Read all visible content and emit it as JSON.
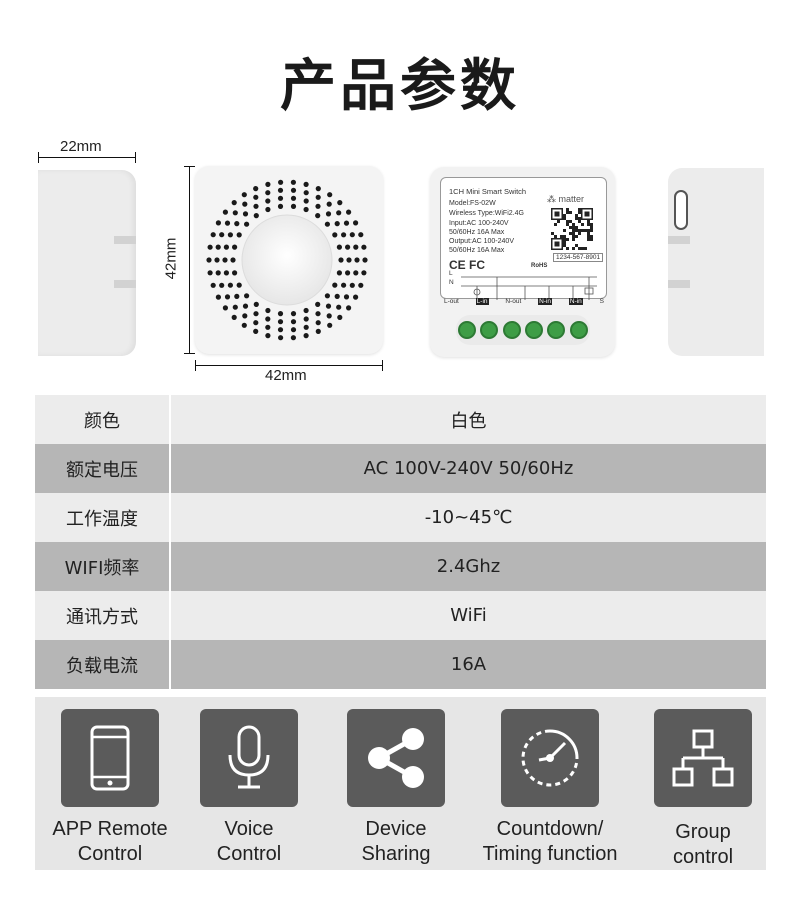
{
  "title": "产品参数",
  "dimensions": {
    "depth": "22mm",
    "height": "42mm",
    "width": "42mm"
  },
  "label": {
    "line1": "1CH Mini Smart Switch",
    "brand": "matter",
    "model": "Model:FS-02W",
    "wireless": "Wireless Type:WiFi2.4G",
    "input": "Input:AC 100-240V",
    "input2": "50/60Hz 16A Max",
    "output": "Output:AC 100-240V",
    "output2": "50/60Hz 16A Max",
    "code": "1234-567-8901",
    "rohs": "RoHS",
    "ce": "CE FC",
    "wire_l": "L",
    "wire_n": "N",
    "t1": "L-out",
    "t2": "L-in",
    "t3": "N-out",
    "t4": "N-in",
    "t5": "N-in",
    "t6": "S"
  },
  "specs": [
    {
      "key": "颜色",
      "value": "白色"
    },
    {
      "key": "额定电压",
      "value": "AC  100V-240V 50/60Hz"
    },
    {
      "key": "工作温度",
      "value": "-10~45℃"
    },
    {
      "key": "WIFI频率",
      "value": "2.4Ghz"
    },
    {
      "key": "通讯方式",
      "value": "WiFi"
    },
    {
      "key": "负载电流",
      "value": "16A"
    }
  ],
  "features": [
    {
      "icon": "phone-icon",
      "line1": "APP Remote",
      "line2": "Control"
    },
    {
      "icon": "microphone-icon",
      "line1": "Voice",
      "line2": "Control"
    },
    {
      "icon": "share-icon",
      "line1": "Device",
      "line2": "Sharing"
    },
    {
      "icon": "timer-icon",
      "line1": "Countdown/",
      "line2": "Timing function"
    },
    {
      "icon": "network-icon",
      "line1": "Group",
      "line2": "control"
    }
  ],
  "colors": {
    "icon_bg": "#5b5b5b",
    "row_dark": "#b6b6b6",
    "row_light": "#ececec",
    "terminal": "#3e9d46"
  }
}
